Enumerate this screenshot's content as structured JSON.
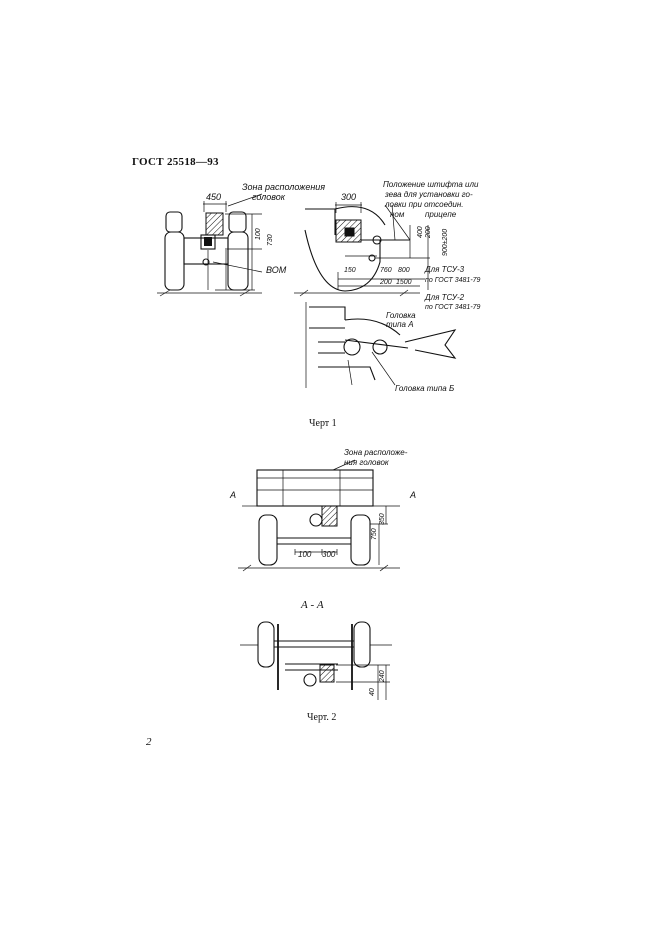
{
  "header": {
    "title": "ГОСТ 25518—93"
  },
  "figure1": {
    "caption": "Черт 1",
    "labels": {
      "zone": "Зона расположения головок",
      "zone_l1": "Зона расположения",
      "zone_l2": "головок",
      "dim_450": "450",
      "dim_300": "300",
      "dim_100": "100",
      "dim_730": "730",
      "vom": "ВОМ",
      "pin_l1": "Положение штифта или",
      "pin_l2": "зева для установки го-",
      "pin_l3": "ловки при отсоедин.",
      "pin_l4": "ном",
      "pin_l5": "прицепе",
      "dim_400": "400",
      "dim_200v": "200",
      "dim_900": "900±200",
      "dim_150": "150",
      "dim_760": "760",
      "dim_800": "800",
      "dim_200": "200",
      "dim_1500": "1500",
      "tsu3_l1": "Для ТСУ-3",
      "tsu3_l2": "по ГОСТ 3481-79",
      "tsu2_l1": "Для ТСУ-2",
      "tsu2_l2": "по ГОСТ 3481-79",
      "head_a_l1": "Головка",
      "head_a_l2": "типа А",
      "head_b": "Головка типа Б"
    }
  },
  "figure2": {
    "caption": "Черт. 2",
    "section_title": "А - А",
    "labels": {
      "zone_l1": "Зона расположе-",
      "zone_l2": "ния головок",
      "section_a": "А",
      "dim_350": "350",
      "dim_750": "750",
      "dim_100": "100",
      "dim_300": "300",
      "dim_40": "40",
      "dim_240": "240"
    }
  },
  "page": {
    "number": "2"
  }
}
